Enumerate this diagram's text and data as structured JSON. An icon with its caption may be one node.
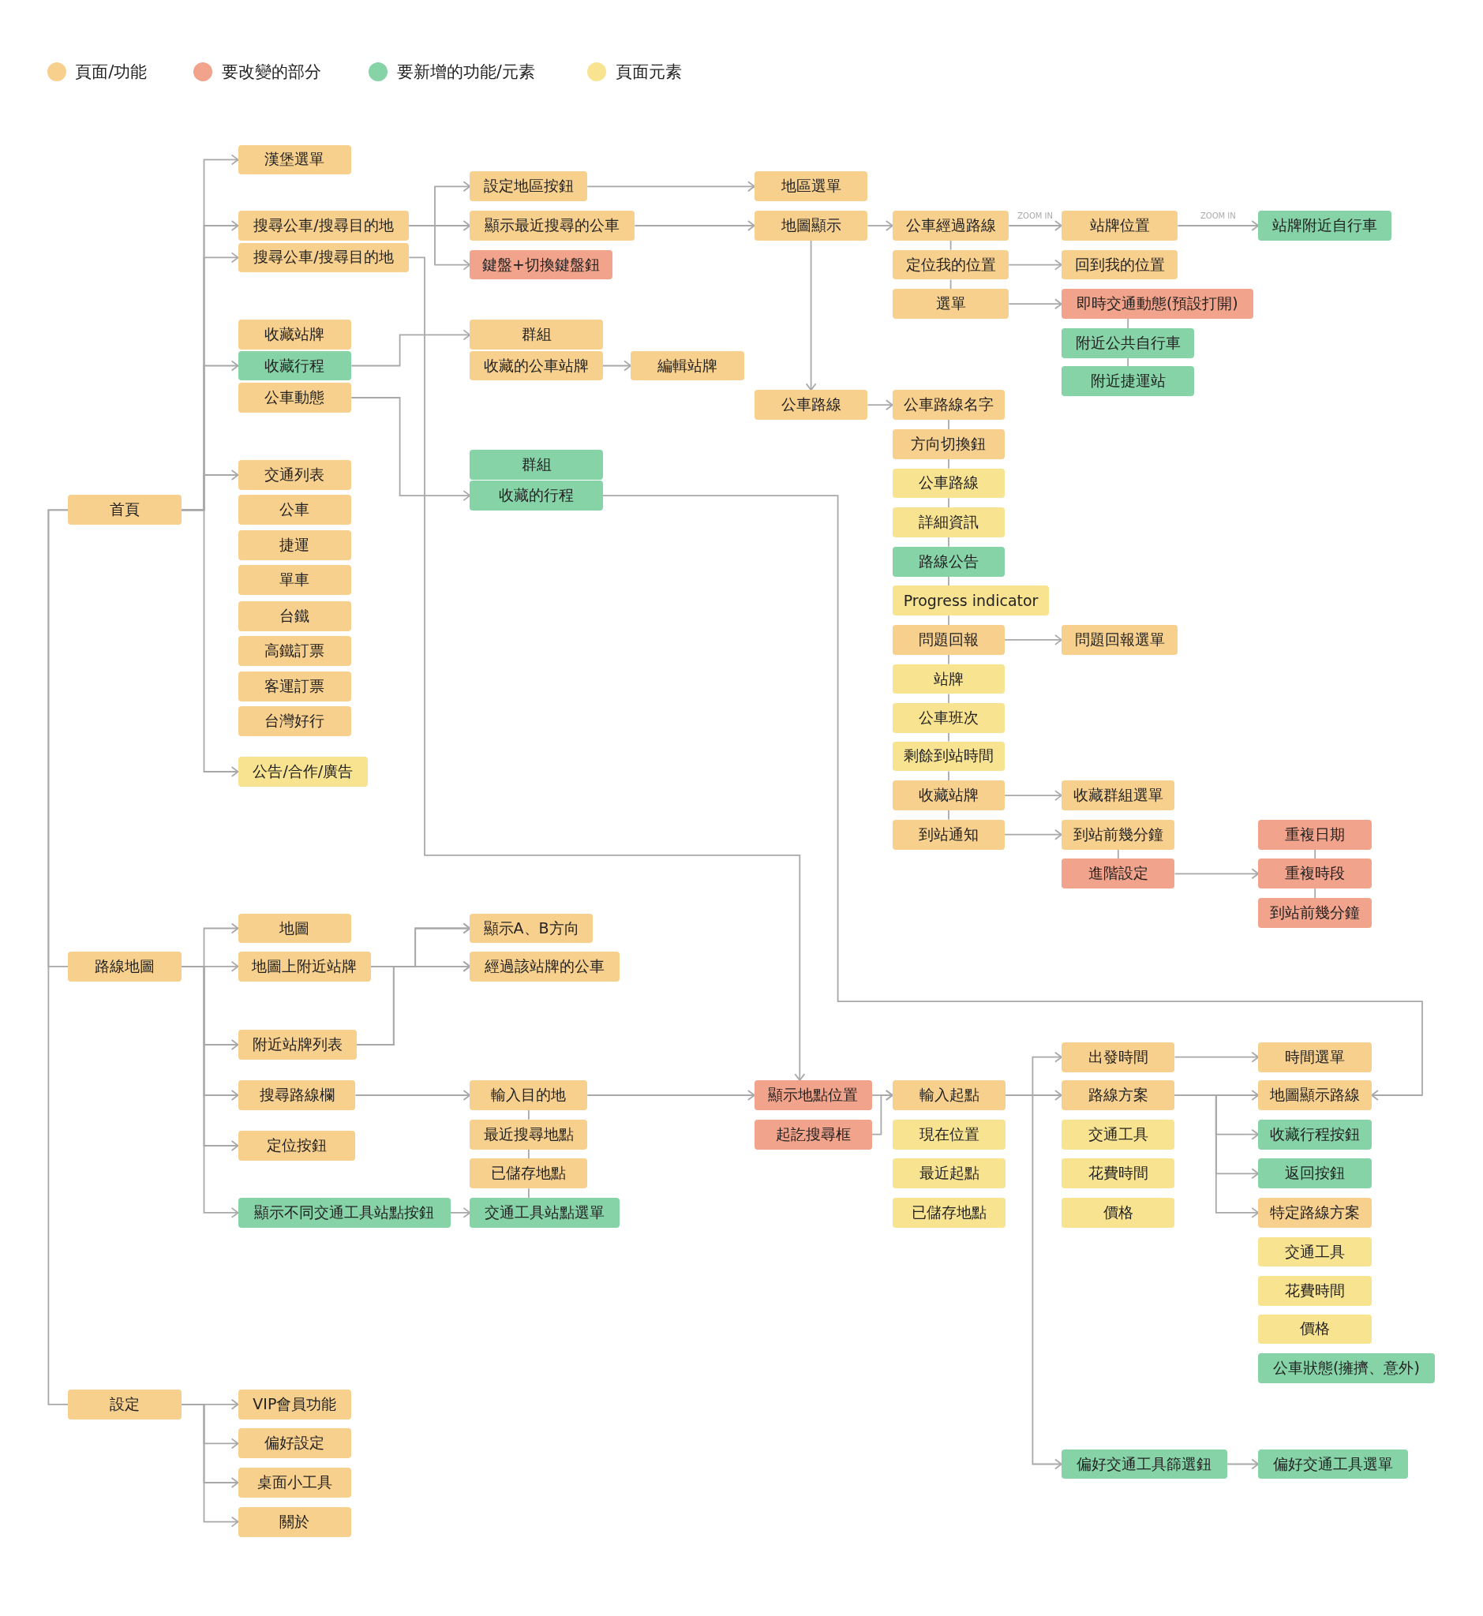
{
  "diagram": {
    "nodes": [
      {
        "text": [
          "首頁"
        ]
      },
      {
        "text": [
          "漢堡選單"
        ]
      },
      {
        "text": [
          "搜尋公車/搜尋目的地"
        ]
      },
      {
        "text": [
          "搜尋公車/搜尋目的地"
        ]
      },
      {
        "text": [
          "收藏站牌"
        ]
      },
      {
        "text": [
          "收藏行程"
        ]
      },
      {
        "text": [
          "公車動態"
        ]
      },
      {
        "text": [
          "交通列表"
        ]
      },
      {
        "text": [
          "公車"
        ]
      },
      {
        "text": [
          "捷運"
        ]
      },
      {
        "text": [
          "單車"
        ]
      },
      {
        "text": [
          "台鐵"
        ]
      },
      {
        "text": [
          "高鐵訂票"
        ]
      },
      {
        "text": [
          "客運訂票"
        ]
      },
      {
        "text": [
          "台灣好行"
        ]
      },
      {
        "text": [
          "公告/合作/廣告"
        ]
      },
      {
        "text": [
          "設定地區按鈕"
        ]
      },
      {
        "text": [
          "顯示最近搜尋的公車"
        ]
      },
      {
        "text": [
          "鍵盤+切換鍵盤鈕"
        ]
      },
      {
        "text": [
          "群組"
        ]
      },
      {
        "text": [
          "收藏的公車站牌"
        ]
      },
      {
        "text": [
          "編輯站牌"
        ]
      },
      {
        "text": [
          "群組"
        ]
      },
      {
        "text": [
          "收藏的行程"
        ]
      },
      {
        "text": [
          "地區選單"
        ]
      },
      {
        "text": [
          "地圖顯示"
        ]
      },
      {
        "text": [
          "公車路線"
        ]
      },
      {
        "text": [
          "公車經過路線"
        ]
      },
      {
        "text": [
          "定位我的位置"
        ]
      },
      {
        "text": [
          "選單"
        ]
      },
      {
        "text": [
          "站牌位置"
        ]
      },
      {
        "text": [
          "回到我的位置"
        ]
      },
      {
        "text": [
          "即時交通動態(預設打開)"
        ]
      },
      {
        "text": [
          "附近公共自行車"
        ]
      },
      {
        "text": [
          "附近捷運站"
        ]
      },
      {
        "text": [
          "站牌附近自行車"
        ]
      },
      {
        "text": [
          "公車路線名字"
        ]
      },
      {
        "text": [
          "方向切換鈕"
        ]
      },
      {
        "text": [
          "公車路線"
        ]
      },
      {
        "text": [
          "詳細資訊"
        ]
      },
      {
        "text": [
          "路線公告"
        ]
      },
      {
        "text": [
          "Progress indicator"
        ]
      },
      {
        "text": [
          "問題回報"
        ]
      },
      {
        "text": [
          "問題回報選單"
        ]
      },
      {
        "text": [
          "站牌"
        ]
      },
      {
        "text": [
          "公車班次"
        ]
      },
      {
        "text": [
          "剩餘到站時間"
        ]
      },
      {
        "text": [
          "收藏站牌"
        ]
      },
      {
        "text": [
          "到站通知"
        ]
      },
      {
        "text": [
          "收藏群組選單"
        ]
      },
      {
        "text": [
          "到站前幾分鐘"
        ]
      },
      {
        "text": [
          "進階設定"
        ]
      },
      {
        "text": [
          "重複日期"
        ]
      },
      {
        "text": [
          "重複時段"
        ]
      },
      {
        "text": [
          "到站前幾分鐘"
        ]
      },
      {
        "text": [
          "路線地圖"
        ]
      },
      {
        "text": [
          "地圖"
        ]
      },
      {
        "text": [
          "地圖上附近站牌"
        ]
      },
      {
        "text": [
          "附近站牌列表"
        ]
      },
      {
        "text": [
          "搜尋路線欄"
        ]
      },
      {
        "text": [
          "定位按鈕"
        ]
      },
      {
        "text": [
          "顯示不同交通工具站點按鈕"
        ]
      },
      {
        "text": [
          "顯示A、B方向"
        ]
      },
      {
        "text": [
          "經過該站牌的公車"
        ]
      },
      {
        "text": [
          "輸入目的地"
        ]
      },
      {
        "text": [
          "最近搜尋地點"
        ]
      },
      {
        "text": [
          "已儲存地點"
        ]
      },
      {
        "text": [
          "交通工具站點選單"
        ]
      },
      {
        "text": [
          "顯示地點位置"
        ]
      },
      {
        "text": [
          "起訖搜尋框"
        ]
      },
      {
        "text": [
          "輸入起點"
        ]
      },
      {
        "text": [
          "現在位置"
        ]
      },
      {
        "text": [
          "最近起點"
        ]
      },
      {
        "text": [
          "已儲存地點"
        ]
      },
      {
        "text": [
          "出發時間"
        ]
      },
      {
        "text": [
          "路線方案"
        ]
      },
      {
        "text": [
          "交通工具"
        ]
      },
      {
        "text": [
          "花費時間"
        ]
      },
      {
        "text": [
          "價格"
        ]
      },
      {
        "text": [
          "偏好交通工具篩選鈕"
        ]
      },
      {
        "text": [
          "時間選單"
        ]
      },
      {
        "text": [
          "地圖顯示路線"
        ]
      },
      {
        "text": [
          "收藏行程按鈕"
        ]
      },
      {
        "text": [
          "返回按鈕"
        ]
      },
      {
        "text": [
          "特定路線方案"
        ]
      },
      {
        "text": [
          "交通工具"
        ]
      },
      {
        "text": [
          "花費時間"
        ]
      },
      {
        "text": [
          "價格"
        ]
      },
      {
        "text": [
          "公車狀態(擁擠、意外)"
        ]
      },
      {
        "text": [
          "偏好交通工具選單"
        ]
      },
      {
        "text": [
          "設定"
        ]
      },
      {
        "text": [
          "VIP會員功能"
        ]
      },
      {
        "text": [
          "偏好設定"
        ]
      },
      {
        "text": [
          "桌面小工具"
        ]
      },
      {
        "text": [
          "關於"
        ]
      }
    ],
    "edges": [
      {
        "from": 0,
        "to": 55,
        "arrow": "none"
      },
      {
        "from": 0,
        "to": 90,
        "arrow": "none"
      },
      {
        "from": 0,
        "to": 1,
        "arrow": "to"
      },
      {
        "from": 0,
        "to": 2,
        "arrow": "to"
      },
      {
        "from": 0,
        "to": 3,
        "arrow": "to"
      },
      {
        "from": 0,
        "to": 5,
        "arrow": "to"
      },
      {
        "from": 0,
        "to": 7,
        "arrow": "to"
      },
      {
        "from": 0,
        "to": 15,
        "arrow": "to"
      },
      {
        "from": 2,
        "to": 16,
        "arrow": "to"
      },
      {
        "from": 2,
        "to": 17,
        "arrow": "to"
      },
      {
        "from": 2,
        "to": 18,
        "arrow": "to"
      },
      {
        "from": 3,
        "to": 68,
        "arrow": "to"
      },
      {
        "from": 5,
        "to": 19,
        "arrow": "to"
      },
      {
        "from": 6,
        "to": 23,
        "arrow": "to"
      },
      {
        "from": 20,
        "to": 21,
        "arrow": "to"
      },
      {
        "from": 16,
        "to": 24,
        "arrow": "to"
      },
      {
        "from": 17,
        "to": 25,
        "arrow": "to"
      },
      {
        "from": 25,
        "to": 26,
        "arrow": "to"
      },
      {
        "from": 25,
        "to": 27,
        "arrow": "to"
      },
      {
        "from": 27,
        "to": 30,
        "arrow": "to",
        "label": "ZOOM IN"
      },
      {
        "from": 30,
        "to": 35,
        "arrow": "to",
        "label": "ZOOM IN"
      },
      {
        "from": 28,
        "to": 31,
        "arrow": "to"
      },
      {
        "from": 29,
        "to": 32,
        "arrow": "to"
      },
      {
        "from": 27,
        "to": 28,
        "arrow": "none"
      },
      {
        "from": 28,
        "to": 29,
        "arrow": "none"
      },
      {
        "from": 32,
        "to": 33,
        "arrow": "none"
      },
      {
        "from": 33,
        "to": 34,
        "arrow": "none"
      },
      {
        "from": 26,
        "to": 36,
        "arrow": "to"
      },
      {
        "from": 36,
        "to": 37,
        "arrow": "none"
      },
      {
        "from": 37,
        "to": 38,
        "arrow": "none"
      },
      {
        "from": 38,
        "to": 39,
        "arrow": "none"
      },
      {
        "from": 39,
        "to": 40,
        "arrow": "none"
      },
      {
        "from": 40,
        "to": 41,
        "arrow": "none"
      },
      {
        "from": 41,
        "to": 42,
        "arrow": "none"
      },
      {
        "from": 42,
        "to": 44,
        "arrow": "none"
      },
      {
        "from": 44,
        "to": 45,
        "arrow": "none"
      },
      {
        "from": 45,
        "to": 46,
        "arrow": "none"
      },
      {
        "from": 46,
        "to": 47,
        "arrow": "none"
      },
      {
        "from": 47,
        "to": 48,
        "arrow": "none"
      },
      {
        "from": 42,
        "to": 43,
        "arrow": "to"
      },
      {
        "from": 47,
        "to": 49,
        "arrow": "to"
      },
      {
        "from": 48,
        "to": 50,
        "arrow": "to"
      },
      {
        "from": 50,
        "to": 51,
        "arrow": "none"
      },
      {
        "from": 51,
        "to": 53,
        "arrow": "to"
      },
      {
        "from": 52,
        "to": 53,
        "arrow": "none"
      },
      {
        "from": 53,
        "to": 54,
        "arrow": "none"
      },
      {
        "from": 23,
        "to": 81,
        "arrow": "to"
      },
      {
        "from": 55,
        "to": 56,
        "arrow": "to"
      },
      {
        "from": 55,
        "to": 57,
        "arrow": "to"
      },
      {
        "from": 55,
        "to": 58,
        "arrow": "to"
      },
      {
        "from": 55,
        "to": 59,
        "arrow": "to"
      },
      {
        "from": 55,
        "to": 60,
        "arrow": "to"
      },
      {
        "from": 55,
        "to": 61,
        "arrow": "to"
      },
      {
        "from": 57,
        "to": 62,
        "arrow": "to"
      },
      {
        "from": 57,
        "to": 63,
        "arrow": "to"
      },
      {
        "from": 58,
        "to": 62,
        "arrow": "to"
      },
      {
        "from": 58,
        "to": 63,
        "arrow": "to"
      },
      {
        "from": 59,
        "to": 64,
        "arrow": "to"
      },
      {
        "from": 61,
        "to": 67,
        "arrow": "to"
      },
      {
        "from": 64,
        "to": 65,
        "arrow": "none"
      },
      {
        "from": 65,
        "to": 66,
        "arrow": "none"
      },
      {
        "from": 66,
        "to": 67,
        "arrow": "none"
      },
      {
        "from": 64,
        "to": 68,
        "arrow": "to"
      },
      {
        "from": 68,
        "to": 70,
        "arrow": "to"
      },
      {
        "from": 69,
        "to": 70,
        "arrow": "to"
      },
      {
        "from": 70,
        "to": 74,
        "arrow": "to"
      },
      {
        "from": 70,
        "to": 75,
        "arrow": "to"
      },
      {
        "from": 70,
        "to": 79,
        "arrow": "to"
      },
      {
        "from": 74,
        "to": 80,
        "arrow": "to"
      },
      {
        "from": 75,
        "to": 81,
        "arrow": "to"
      },
      {
        "from": 75,
        "to": 82,
        "arrow": "to"
      },
      {
        "from": 75,
        "to": 83,
        "arrow": "to"
      },
      {
        "from": 75,
        "to": 84,
        "arrow": "to"
      },
      {
        "from": 79,
        "to": 89,
        "arrow": "to"
      },
      {
        "from": 90,
        "to": 91,
        "arrow": "to"
      },
      {
        "from": 90,
        "to": 92,
        "arrow": "to"
      },
      {
        "from": 90,
        "to": 93,
        "arrow": "to"
      },
      {
        "from": 90,
        "to": 94,
        "arrow": "to"
      }
    ],
    "legend": [
      {
        "text": "頁面/功能",
        "color": "#f8d08e"
      },
      {
        "text": "要改變的部分",
        "color": "#f2a38b"
      },
      {
        "text": "要新增的功能/元素",
        "color": "#85d3a7"
      },
      {
        "text": "頁面元素",
        "color": "#f8e391"
      }
    ]
  }
}
